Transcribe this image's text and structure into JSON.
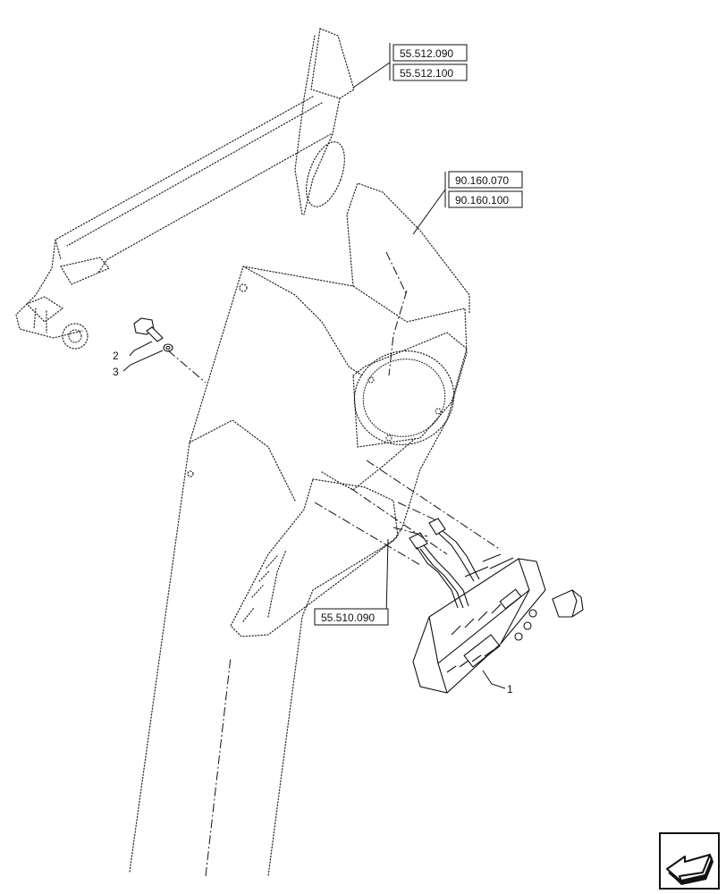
{
  "references": {
    "top_a": "55.512.090",
    "top_b": "55.512.100",
    "mid_a": "90.160.070",
    "mid_b": "90.160.100",
    "low": "55.510.090"
  },
  "callouts": {
    "c1": "1",
    "c2": "2",
    "c3": "3"
  },
  "colors": {
    "line": "#111111",
    "background": "#ffffff"
  },
  "icons": {
    "nav": "next-page-arrow-icon"
  }
}
